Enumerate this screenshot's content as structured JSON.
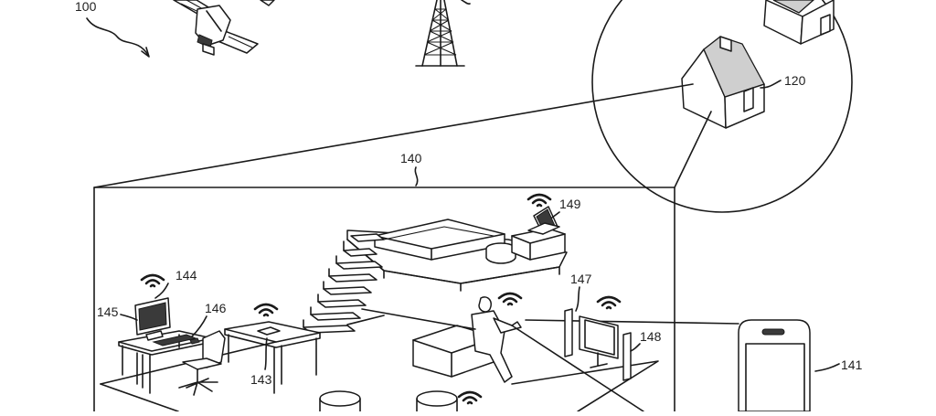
{
  "diagram": {
    "labels": {
      "system": "100",
      "home": "120",
      "room": "140",
      "phone": "141",
      "desk_device": "143",
      "computer": "144",
      "monitor": "145",
      "desk_item": "146",
      "tv": "147",
      "speaker": "148",
      "laptop": "149"
    }
  }
}
